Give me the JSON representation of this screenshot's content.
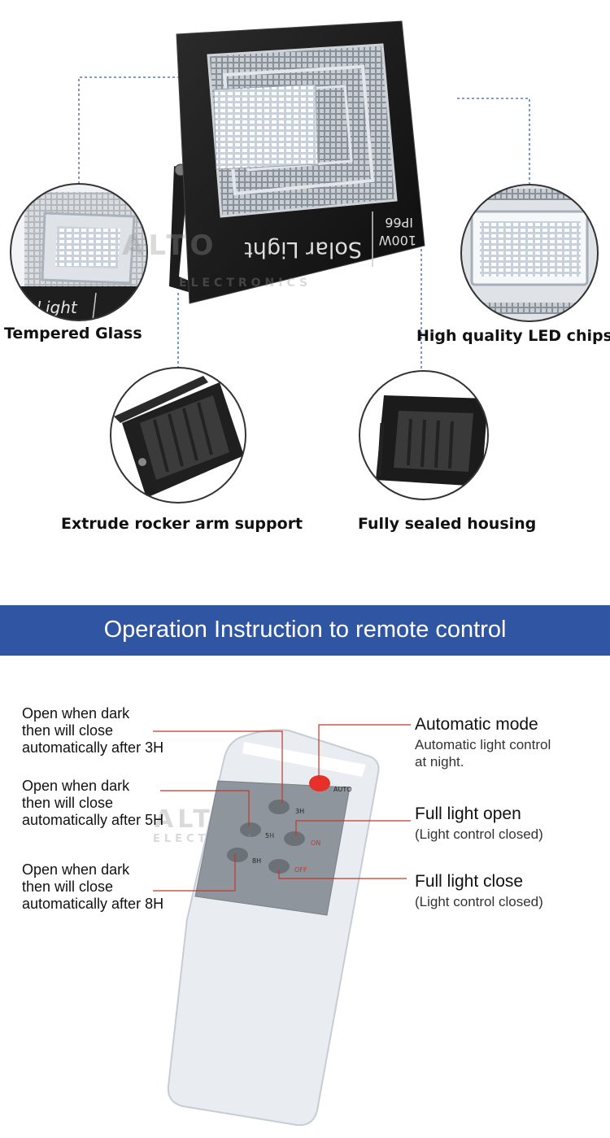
{
  "product": {
    "panel_text": "Solar Light",
    "power_text": "100W",
    "ip_text": "IP66"
  },
  "features": {
    "tempered_glass": "Tempered Glass",
    "led_chips": "High quality LED chips",
    "rocker_arm": "Extrude rocker arm support",
    "sealed_housing": "Fully sealed housing",
    "glass_inset_text": "ar Light"
  },
  "banner": {
    "title": "Operation Instruction to remote control"
  },
  "remote": {
    "buttons": {
      "auto": "AUTO",
      "h3": "3H",
      "h5": "5H",
      "on": "ON",
      "h8": "8H",
      "off": "OFF"
    },
    "left_notes": [
      {
        "line1": "Open when dark",
        "line2": "then will close",
        "line3": "automatically after 3H"
      },
      {
        "line1": "Open when dark",
        "line2": "then will close",
        "line3": "automatically after 5H"
      },
      {
        "line1": "Open when dark",
        "line2": "then will close",
        "line3": "automatically after 8H"
      }
    ],
    "right_notes": [
      {
        "title": "Automatic mode",
        "line1": "Automatic light control",
        "line2": "at night."
      },
      {
        "title": "Full light open",
        "line1": "(Light control closed)"
      },
      {
        "title": "Full light close",
        "line1": "(Light control closed)"
      }
    ]
  },
  "colors": {
    "banner": "#2f55a3",
    "leader_lines": "#c0392b",
    "dotted_lines": "#3a5f9f",
    "auto_button": "#e8302a"
  }
}
